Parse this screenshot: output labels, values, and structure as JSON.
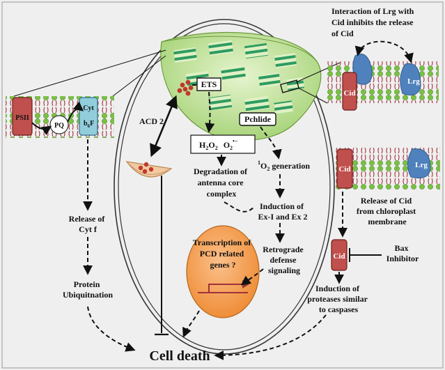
{
  "labels": {
    "interaction": [
      "Interaction of Lrg with",
      "Cid inhibits  the release",
      "of Cid"
    ],
    "lrg": "Lrg",
    "cid": "Cid",
    "psii": "PSII",
    "pq": "PQ",
    "cyt_top": "Cyt",
    "cyt_b": "b",
    "cyt_sub": "6",
    "cyt_f": "F",
    "ets": "ETS",
    "pchlide": "Pchlide",
    "acd2": "ACD 2",
    "ros_h2o2": "H",
    "ros_h2o2_sub": "2",
    "ros_o_a": "O",
    "ros_o_a_sub": "2",
    "ros_o2": "O",
    "ros_o2_sub": "2",
    "ros_o2_sup": "•−",
    "degradation": [
      "Degradation of",
      "antenna core",
      "complex"
    ],
    "singlet_sup": "1",
    "singlet_o": "O",
    "singlet_sub": "2",
    "singlet_rest": " generation",
    "induction_ex": [
      "Induction of",
      "Ex-I and Ex 2"
    ],
    "retrograde": [
      "Retrograde",
      "defense",
      "signaling"
    ],
    "transcription": [
      "Transcription of",
      "PCD related",
      "genes ?"
    ],
    "release_cytf": [
      "Release of",
      "Cyt f"
    ],
    "protein_ubiq": [
      "Protein",
      "Ubiquitnation"
    ],
    "release_cid": [
      "Release of Cid",
      "from chloroplast",
      "membrane"
    ],
    "bax": [
      "Bax",
      "Inhibitor"
    ],
    "proteases": [
      "Induction of",
      "proteases similar",
      "to caspases"
    ],
    "cell_death": "Cell death"
  },
  "colors": {
    "background": "#efefef",
    "chloroplast": "#c7e59e",
    "thylakoid": "#2e9b61",
    "cid": "#c0504d",
    "lrg": "#4f81bd",
    "cyt": "#92cddc",
    "psii": "#c0504d",
    "nucleus": "#f79646",
    "membrane_lipid_head": "#7ac143",
    "membrane_tail": "#a0313a",
    "mitochondrion": "#f2c9a0",
    "ros_dot": "#c0392b"
  },
  "icons": [
    "chloroplast",
    "mitochondrion",
    "nucleus",
    "thylakoid-membrane",
    "lipid-bilayer",
    "cid-protein",
    "lrg-protein",
    "cyt-b6f-complex",
    "psii-complex",
    "pq-molecule",
    "ros-dots",
    "arrow"
  ]
}
